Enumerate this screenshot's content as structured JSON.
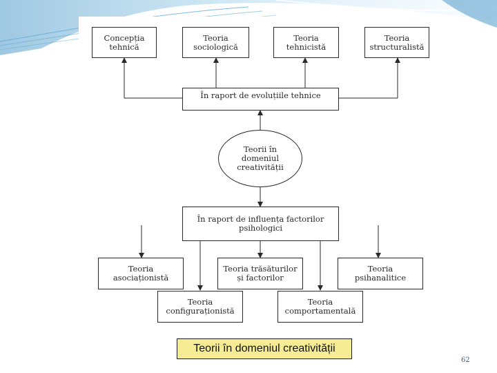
{
  "diagram": {
    "top_row": [
      "Concepția\ntehnică",
      "Teoria\nsociologică",
      "Teoria\ntehnicistă",
      "Teoria\nstructuralistă"
    ],
    "upper_hub": "În raport de evoluțiile tehnice",
    "center": "Teorii în\ndomeniul\ncreativității",
    "lower_hub": "În raport de influența factorilor\npsihologici",
    "bottom_upper_row": [
      "Teoria\nasociaționistă",
      "Teoria trăsăturilor\nși factorilor",
      "Teoria\npsihanalitice"
    ],
    "bottom_lower_row": [
      "Teoria\nconfiguraționistă",
      "Teoria\ncomportamentală"
    ]
  },
  "caption": "Teorii în domeniul creativității",
  "page_number": "62",
  "colors": {
    "frame": "#2a2a2a",
    "caption_bg": "#f6ec93",
    "decor_blue": "#5fa9d6",
    "page_number": "#3a5f8a"
  }
}
